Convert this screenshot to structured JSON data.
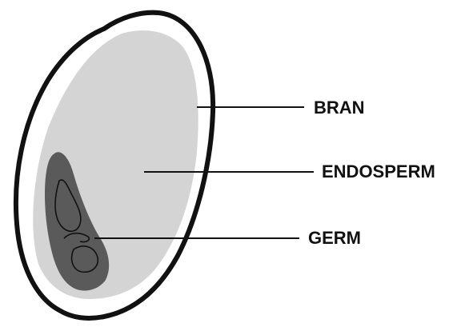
{
  "labels": {
    "bran": "BRAN",
    "endosperm": "ENDOSPERM",
    "germ": "GERM"
  },
  "colors": {
    "outline": "#111111",
    "bran": "#ffffff",
    "endosperm": "#d4d4d4",
    "germ": "#5a5a5a",
    "leader_line": "#111111"
  }
}
